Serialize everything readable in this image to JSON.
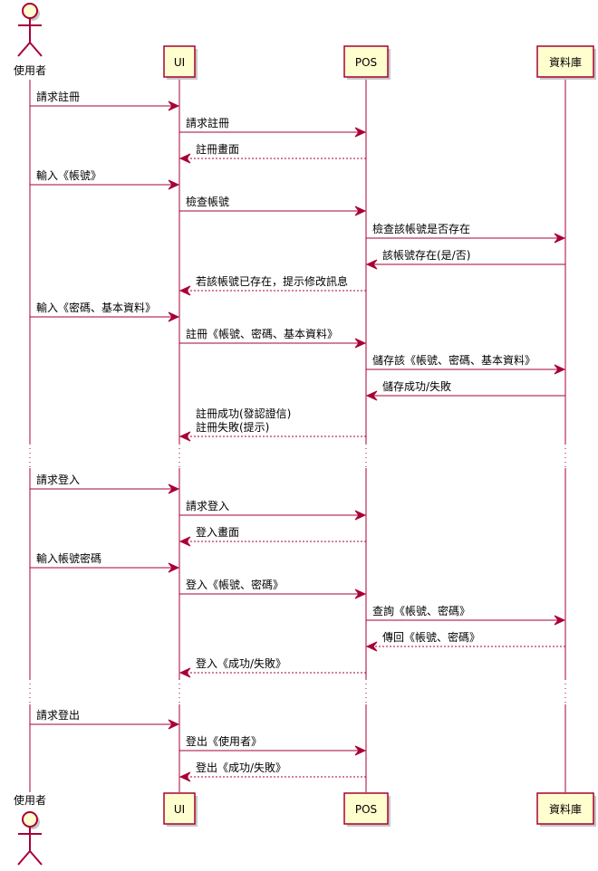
{
  "participants": [
    {
      "name": "使用者",
      "kind": "actor"
    },
    {
      "name": "UI",
      "kind": "box"
    },
    {
      "name": "POS",
      "kind": "box"
    },
    {
      "name": "資料庫",
      "kind": "box"
    }
  ],
  "colors": {
    "line": "#A80036",
    "box_fill": "#FEFECE",
    "shadow": "#C8C8C8"
  },
  "messages": [
    {
      "from": 0,
      "to": 1,
      "dashed": false,
      "lines": [
        "請求註冊"
      ]
    },
    {
      "from": 1,
      "to": 2,
      "dashed": false,
      "lines": [
        "請求註冊"
      ]
    },
    {
      "from": 2,
      "to": 1,
      "dashed": true,
      "lines": [
        "註冊畫面"
      ]
    },
    {
      "from": 0,
      "to": 1,
      "dashed": false,
      "lines": [
        "輸入《帳號》"
      ]
    },
    {
      "from": 1,
      "to": 2,
      "dashed": false,
      "lines": [
        "檢查帳號"
      ]
    },
    {
      "from": 2,
      "to": 3,
      "dashed": false,
      "lines": [
        "檢查該帳號是否存在"
      ]
    },
    {
      "from": 3,
      "to": 2,
      "dashed": false,
      "lines": [
        "該帳號存在(是/否)"
      ]
    },
    {
      "from": 2,
      "to": 1,
      "dashed": true,
      "lines": [
        "若該帳號已存在，提示修改訊息"
      ]
    },
    {
      "from": 0,
      "to": 1,
      "dashed": false,
      "lines": [
        "輸入《密碼、基本資料》"
      ]
    },
    {
      "from": 1,
      "to": 2,
      "dashed": false,
      "lines": [
        "註冊《帳號、密碼、基本資料》"
      ]
    },
    {
      "from": 2,
      "to": 3,
      "dashed": false,
      "lines": [
        "儲存該《帳號、密碼、基本資料》"
      ]
    },
    {
      "from": 3,
      "to": 2,
      "dashed": false,
      "lines": [
        "儲存成功/失敗"
      ]
    },
    {
      "from": 2,
      "to": 1,
      "dashed": true,
      "lines": [
        "註冊成功(發認證信)",
        "註冊失敗(提示)"
      ]
    },
    {
      "from": 0,
      "to": 1,
      "dashed": false,
      "lines": [
        "請求登入"
      ]
    },
    {
      "from": 1,
      "to": 2,
      "dashed": false,
      "lines": [
        "請求登入"
      ]
    },
    {
      "from": 2,
      "to": 1,
      "dashed": true,
      "lines": [
        "登入畫面"
      ]
    },
    {
      "from": 0,
      "to": 1,
      "dashed": false,
      "lines": [
        "輸入帳號密碼"
      ]
    },
    {
      "from": 1,
      "to": 2,
      "dashed": false,
      "lines": [
        "登入《帳號、密碼》"
      ]
    },
    {
      "from": 2,
      "to": 3,
      "dashed": false,
      "lines": [
        "查詢《帳號、密碼》"
      ]
    },
    {
      "from": 3,
      "to": 2,
      "dashed": true,
      "lines": [
        "傳回《帳號、密碼》"
      ]
    },
    {
      "from": 2,
      "to": 1,
      "dashed": true,
      "lines": [
        "登入《成功/失敗》"
      ]
    },
    {
      "from": 0,
      "to": 1,
      "dashed": false,
      "lines": [
        "請求登出"
      ]
    },
    {
      "from": 1,
      "to": 2,
      "dashed": false,
      "lines": [
        "登出《使用者》"
      ]
    },
    {
      "from": 2,
      "to": 1,
      "dashed": true,
      "lines": [
        "登出《成功/失敗》"
      ]
    }
  ]
}
